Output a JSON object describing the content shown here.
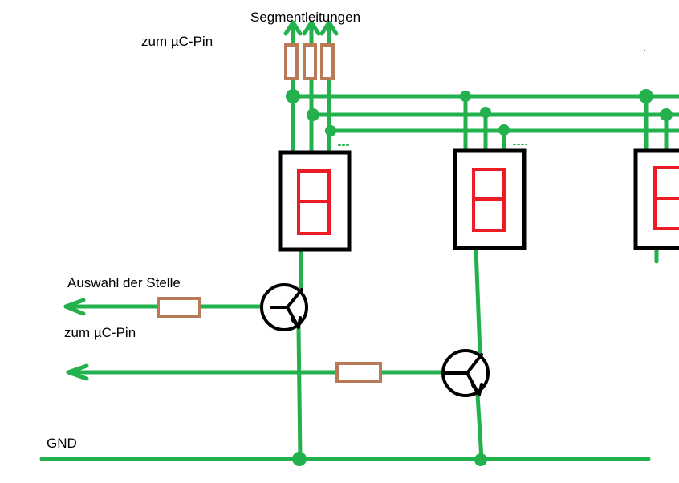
{
  "labels": {
    "segment_lines": "Segmentleitungen",
    "to_uc_pin_top": "zum µC-Pin",
    "digit_select": "Auswahl der Stelle",
    "to_uc_pin_left": "zum µC-Pin",
    "ground": "GND"
  },
  "colors": {
    "wire": "#22b14c",
    "resistor": "#b97a57",
    "segment": "#ed1c24",
    "outline": "#000000",
    "background": "#ffffff"
  }
}
